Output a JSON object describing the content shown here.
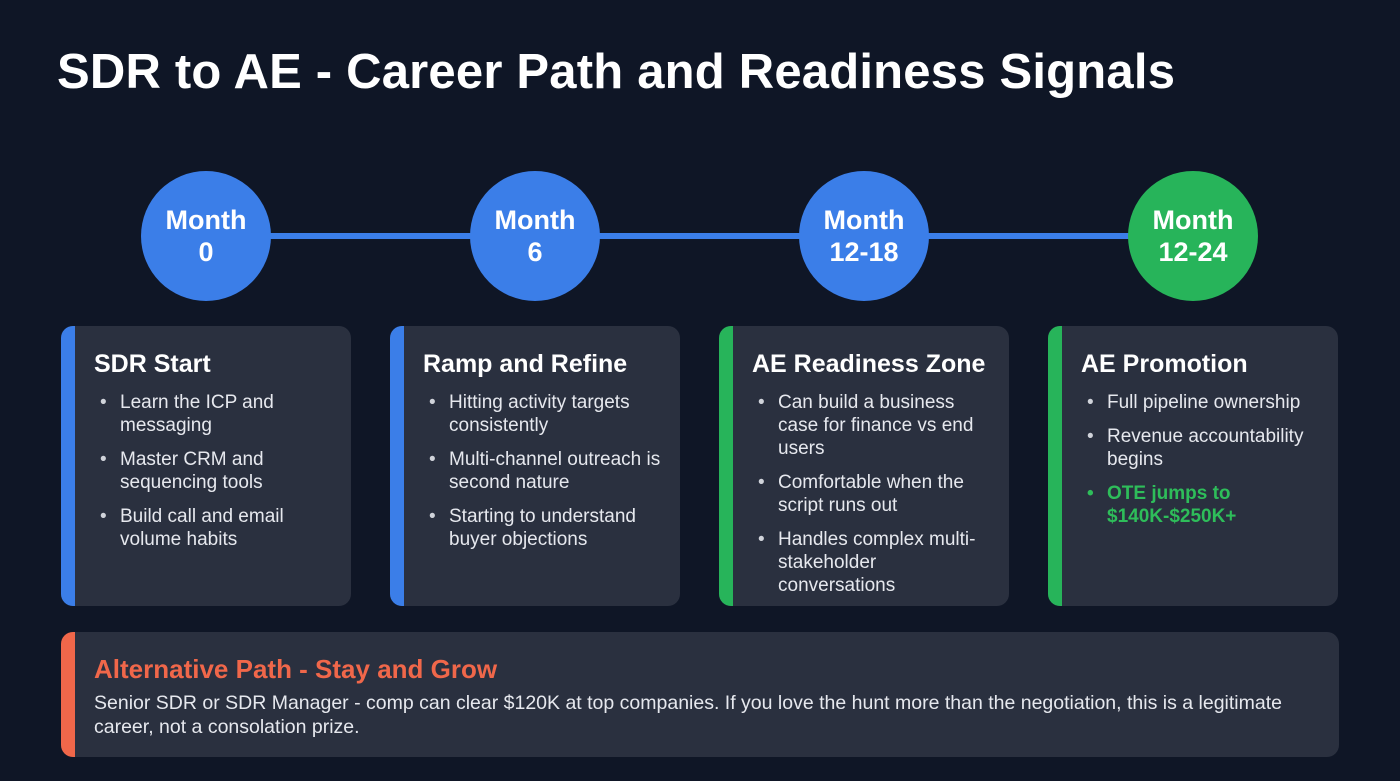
{
  "title": "SDR to AE - Career Path and Readiness Signals",
  "colors": {
    "background": "#0f1626",
    "card": "#2a303f",
    "blue": "#3b7ee8",
    "green": "#27b45a",
    "orange": "#f0674a"
  },
  "milestones": [
    {
      "line1": "Month",
      "line2": "0",
      "color": "blue"
    },
    {
      "line1": "Month",
      "line2": "6",
      "color": "blue"
    },
    {
      "line1": "Month",
      "line2": "12-18",
      "color": "blue"
    },
    {
      "line1": "Month",
      "line2": "12-24",
      "color": "green"
    }
  ],
  "stages": [
    {
      "title": "SDR Start",
      "accent": "blue",
      "items": [
        "Learn the ICP and messaging",
        "Master CRM and sequencing tools",
        "Build call and email volume habits"
      ]
    },
    {
      "title": "Ramp and Refine",
      "accent": "blue",
      "items": [
        "Hitting activity targets consistently",
        "Multi-channel outreach is second nature",
        "Starting to understand buyer objections"
      ]
    },
    {
      "title": "AE Readiness Zone",
      "accent": "green",
      "items": [
        "Can build a business case for finance vs end users",
        "Comfortable when the script runs out",
        "Handles complex multi-stakeholder conversations"
      ]
    },
    {
      "title": "AE Promotion",
      "accent": "green",
      "items": [
        "Full pipeline ownership",
        "Revenue accountability begins",
        "OTE jumps to $140K-$250K+"
      ]
    }
  ],
  "alternative": {
    "title": "Alternative Path - Stay and Grow",
    "body": "Senior SDR or SDR Manager - comp can clear $120K at top companies. If you love the hunt more than the negotiation, this is a legitimate career, not a consolation prize."
  }
}
